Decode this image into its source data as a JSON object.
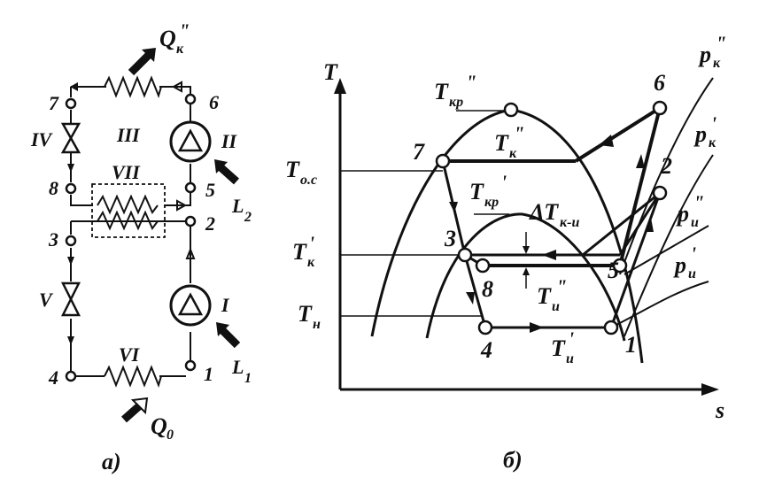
{
  "figure": {
    "left": {
      "caption": "а)",
      "heat_out": {
        "sym": "Q",
        "sub": "к",
        "sup": "\""
      },
      "heat_in": {
        "sym": "Q",
        "sub": "0"
      },
      "work1": {
        "sym": "L",
        "sub": "1"
      },
      "work2": {
        "sym": "L",
        "sub": "2"
      },
      "nodes": [
        "1",
        "2",
        "3",
        "4",
        "5",
        "6",
        "7",
        "8"
      ],
      "roman": {
        "I": "I",
        "II": "II",
        "III": "III",
        "IV": "IV",
        "V": "V",
        "VI": "VI",
        "VII": "VII"
      }
    },
    "right": {
      "caption": "б)",
      "axis_y": "T",
      "axis_x": "s",
      "y_labels": {
        "T_os": {
          "sym": "T",
          "sub": "о.с"
        },
        "T_k": {
          "sym": "T",
          "sub": "к",
          "sup": "'"
        },
        "T_n": {
          "sym": "T",
          "sub": "н"
        }
      },
      "T_kr2": {
        "sym": "T",
        "sub": "кр",
        "sup": "\""
      },
      "T_kr1": {
        "sym": "T",
        "sub": "кр",
        "sup": "'"
      },
      "T_k2": {
        "sym": "T",
        "sub": "к",
        "sup": "\""
      },
      "dT": {
        "sym": "ΔT",
        "sub": "к-и"
      },
      "T_i2": {
        "sym": "T",
        "sub": "и",
        "sup": "\""
      },
      "T_i1": {
        "sym": "T",
        "sub": "и",
        "sup": "'"
      },
      "p_k2": {
        "sym": "p",
        "sub": "к",
        "sup": "\""
      },
      "p_k1": {
        "sym": "p",
        "sub": "к",
        "sup": "'"
      },
      "p_i2": {
        "sym": "p",
        "sub": "и",
        "sup": "\""
      },
      "p_i1": {
        "sym": "p",
        "sub": "и",
        "sup": "'"
      },
      "points": [
        "1",
        "2",
        "3",
        "4",
        "5",
        "6",
        "7",
        "8"
      ]
    }
  }
}
